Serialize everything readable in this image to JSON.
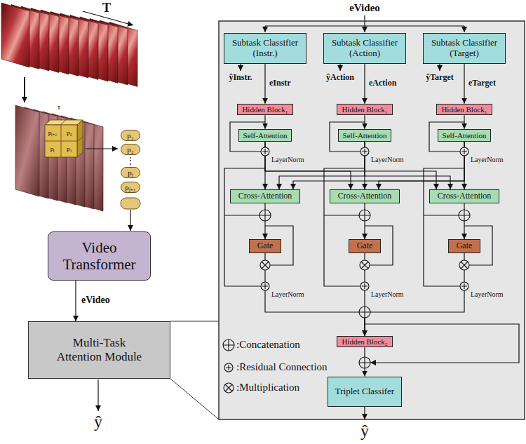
{
  "diagram": {
    "nodes": [
      {
        "text": [
          "p₁"
        ]
      },
      {
        "text": [
          "p₂"
        ]
      },
      {
        "text": [
          "pⱼ"
        ]
      },
      {
        "text": [
          "pⱼ₊₁"
        ]
      },
      {
        "text": [
          "Video Transformer"
        ]
      },
      {
        "text": [
          "Multi-Task Attention Module"
        ]
      },
      {
        "text": [
          "Subtask Classifier (Instr.)"
        ]
      },
      {
        "text": [
          "Subtask Classifier (Action)"
        ]
      },
      {
        "text": [
          "Subtask Classifier (Target)"
        ]
      },
      {
        "text": [
          "Hidden Block₁"
        ]
      },
      {
        "text": [
          "Hidden Block₁"
        ]
      },
      {
        "text": [
          "Hidden Block₁"
        ]
      },
      {
        "text": [
          "Self-Attention"
        ]
      },
      {
        "text": [
          "Self-Attention"
        ]
      },
      {
        "text": [
          "Self-Attention"
        ]
      },
      {
        "text": [
          "Cross-Attention"
        ]
      },
      {
        "text": [
          "Cross-Attention"
        ]
      },
      {
        "text": [
          "Cross-Attention"
        ]
      },
      {
        "text": [
          "Gate"
        ]
      },
      {
        "text": [
          "Gate"
        ]
      },
      {
        "text": [
          "Gate"
        ]
      },
      {
        "text": [
          "Hidden Block₂"
        ]
      },
      {
        "text": [
          "Triplet Classifer"
        ]
      }
    ],
    "edges": [
      {
        "from": 4,
        "to": 5,
        "arrow": "to",
        "label": "eVideo"
      },
      {
        "from": 6,
        "to": 9,
        "arrow": "to",
        "label": "eInstr"
      },
      {
        "from": 7,
        "to": 10,
        "arrow": "to",
        "label": "eAction"
      },
      {
        "from": 8,
        "to": 11,
        "arrow": "to",
        "label": "eTarget"
      },
      {
        "from": 9,
        "to": 12,
        "arrow": "to"
      },
      {
        "from": 10,
        "to": 13,
        "arrow": "to"
      },
      {
        "from": 11,
        "to": 14,
        "arrow": "to"
      },
      {
        "from": 12,
        "to": 15,
        "arrow": "to"
      },
      {
        "from": 12,
        "to": 16,
        "arrow": "to"
      },
      {
        "from": 12,
        "to": 17,
        "arrow": "to"
      },
      {
        "from": 13,
        "to": 15,
        "arrow": "to"
      },
      {
        "from": 13,
        "to": 16,
        "arrow": "to"
      },
      {
        "from": 13,
        "to": 17,
        "arrow": "to"
      },
      {
        "from": 14,
        "to": 15,
        "arrow": "to"
      },
      {
        "from": 14,
        "to": 16,
        "arrow": "to"
      },
      {
        "from": 14,
        "to": 17,
        "arrow": "to"
      },
      {
        "from": 15,
        "to": 18,
        "arrow": "to"
      },
      {
        "from": 16,
        "to": 19,
        "arrow": "to"
      },
      {
        "from": 17,
        "to": 20,
        "arrow": "to"
      },
      {
        "from": 18,
        "to": 21,
        "arrow": "to"
      },
      {
        "from": 19,
        "to": 21,
        "arrow": "to"
      },
      {
        "from": 20,
        "to": 21,
        "arrow": "to"
      },
      {
        "from": 21,
        "to": 22,
        "arrow": "to"
      }
    ],
    "labels": [
      "T",
      "τ",
      "pⱼ₊₁",
      "p₂",
      "pⱼ",
      "p₁",
      "⋮",
      "ŷ",
      "eVideo",
      "ŷInstr.",
      "ŷAction",
      "ŷTarget",
      "LayerNorm",
      "LayerNorm",
      "LayerNorm",
      "LayerNorm",
      "LayerNorm",
      "LayerNorm",
      "ŷ"
    ],
    "legend": [
      {
        "text": ":Concatenation"
      },
      {
        "text": ":Residual Connection"
      },
      {
        "text": ":Multiplication"
      }
    ]
  }
}
